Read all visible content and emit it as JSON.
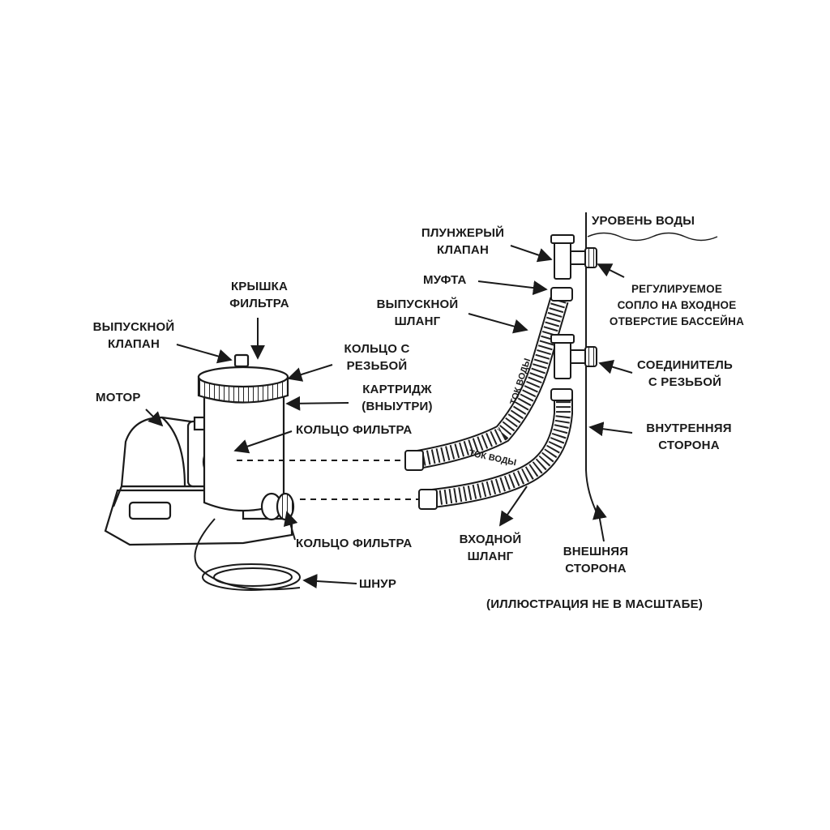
{
  "labels": {
    "water_level": "УРОВЕНЬ ВОДЫ",
    "plunger_valve": [
      "ПЛУНЖЕРЫЙ",
      "КЛАПАН"
    ],
    "coupling": "МУФТА",
    "adjustable_nozzle": [
      "РЕГУЛИРУЕМОЕ",
      "СОПЛО НА ВХОДНОЕ",
      "ОТВЕРСТИЕ БАССЕЙНА"
    ],
    "outlet_hose": [
      "ВЫПУСКНОЙ",
      "ШЛАНГ"
    ],
    "filter_cover": [
      "КРЫШКА",
      "ФИЛЬТРА"
    ],
    "release_valve": [
      "ВЫПУСКНОЙ",
      "КЛАПАН"
    ],
    "threaded_ring": [
      "КОЛЬЦО С",
      "РЕЗЬБОЙ"
    ],
    "threaded_connector": [
      "СОЕДИНИТЕЛЬ",
      "С РЕЗЬБОЙ"
    ],
    "motor": "МОТОР",
    "cartridge": [
      "КАРТРИДЖ",
      "(ВНЫУТРИ)"
    ],
    "filter_ring_top": "КОЛЬЦО ФИЛЬТРА",
    "inside": [
      "ВНУТРЕННЯЯ",
      "СТОРОНА"
    ],
    "filter_ring_bottom": "КОЛЬЦО ФИЛЬТРА",
    "inlet_hose": [
      "ВХОДНОЙ",
      "ШЛАНГ"
    ],
    "outside": [
      "ВНЕШНЯЯ",
      "СТОРОНА"
    ],
    "cord": "ШНУР",
    "note": "(ИЛЛЮСТРАЦИЯ НЕ В МАСШТАБЕ)",
    "flow_vertical": "ТОК ВОДЫ",
    "flow_horizontal": "ТОК ВОДЫ"
  }
}
